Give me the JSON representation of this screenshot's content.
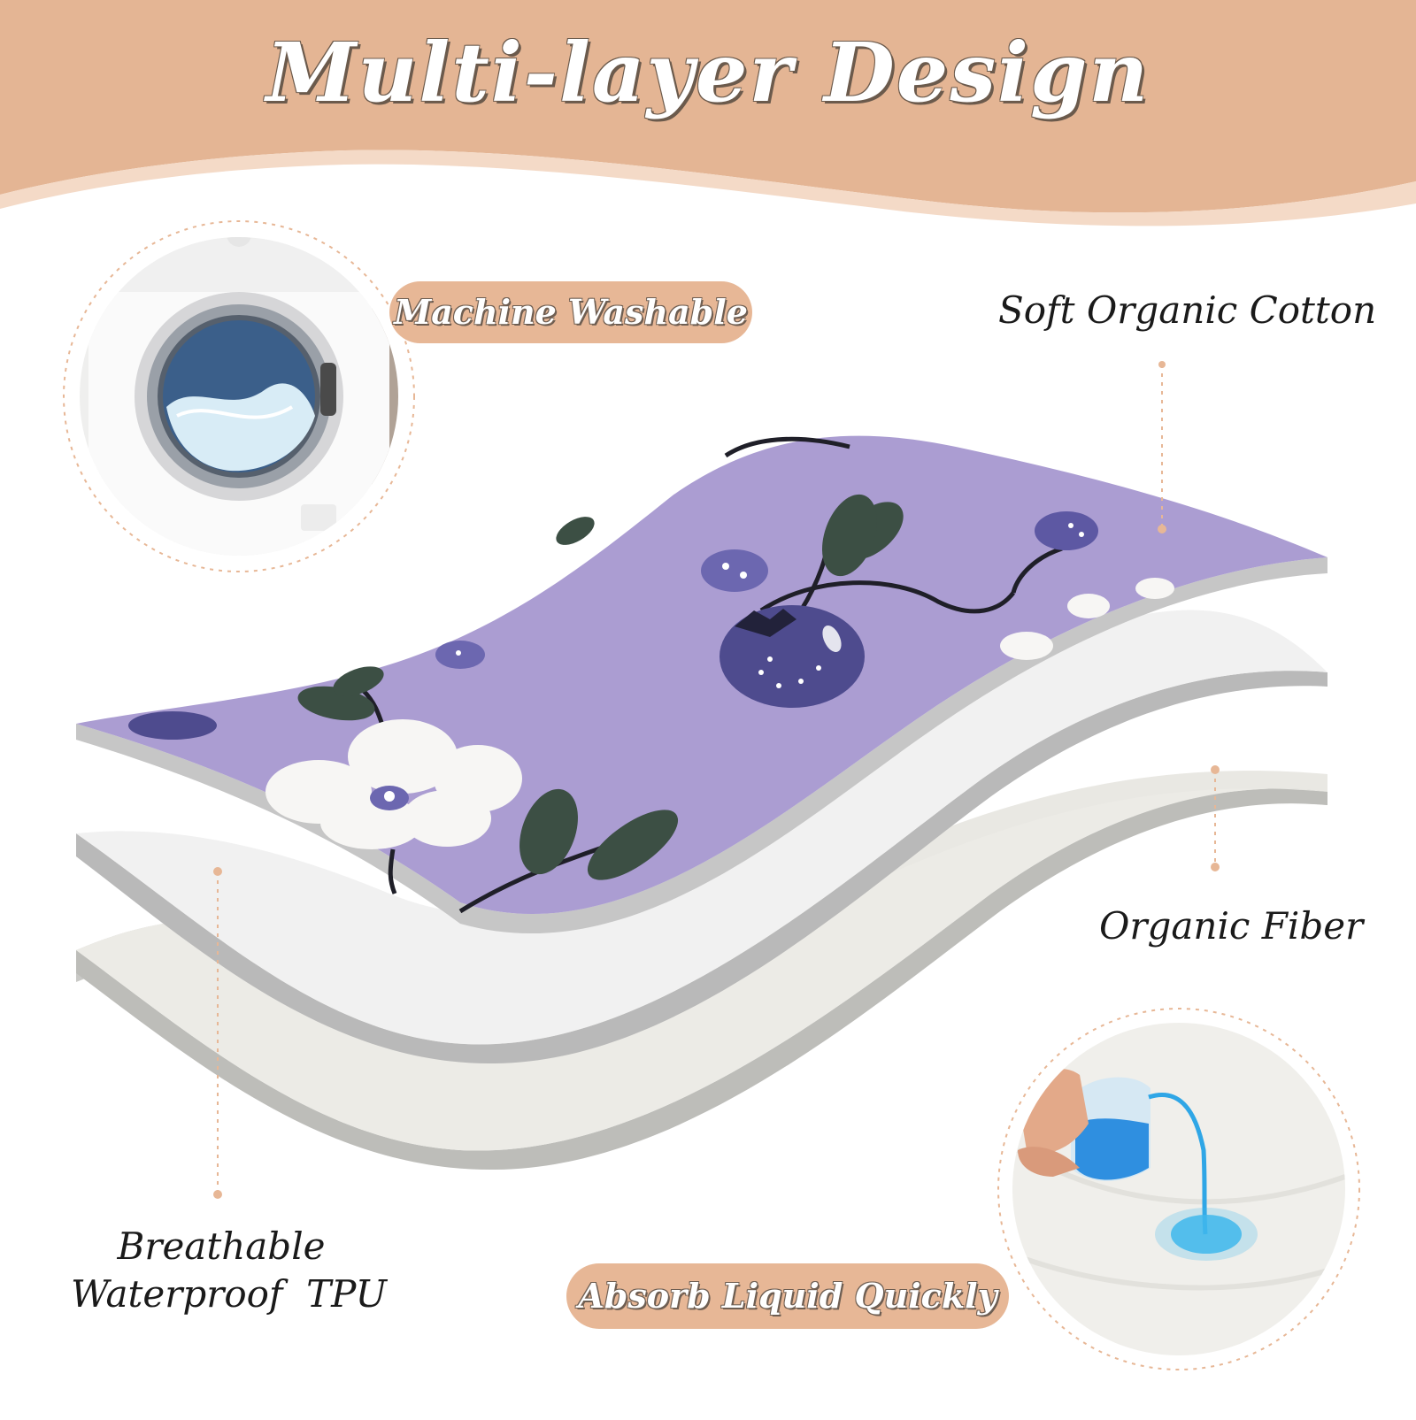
{
  "title": "Multi-layer Design",
  "callouts": {
    "machine_washable": "Machine Washable",
    "absorb": "Absorb Liquid Quickly"
  },
  "layers": {
    "top": "Soft Organic Cotton",
    "middle": "Organic Fiber",
    "bottom_line1": "Breathable",
    "bottom_line2": "Waterproof  TPU"
  },
  "colors": {
    "banner": "#e4b594",
    "accent": "#e7b796",
    "cotton_layer": "#ab9dd2",
    "fiber_layer": "#f1f1f1",
    "tpu_layer": "#e9e8e3"
  }
}
